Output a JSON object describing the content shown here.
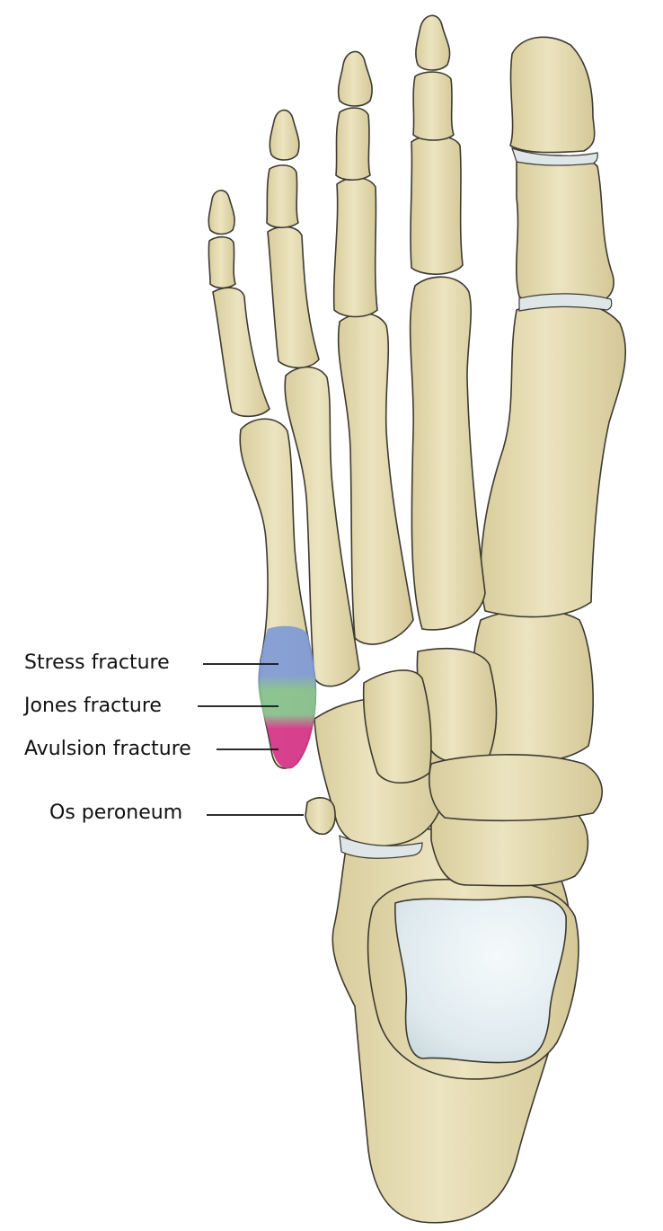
{
  "labels": {
    "stress_fracture": "Stress fracture",
    "jones_fracture": "Jones fracture",
    "avulsion_fracture": "Avulsion fracture",
    "os_peroneum": "Os peroneum"
  },
  "colors": {
    "bone_fill": "#e8dfb6",
    "bone_outline": "#3d3a32",
    "stress_zone": "#7f9ad6",
    "jones_zone": "#86c08e",
    "avulsion_zone": "#d6338a",
    "talus_dome": "#e4eef2",
    "leader_line": "#111111"
  }
}
